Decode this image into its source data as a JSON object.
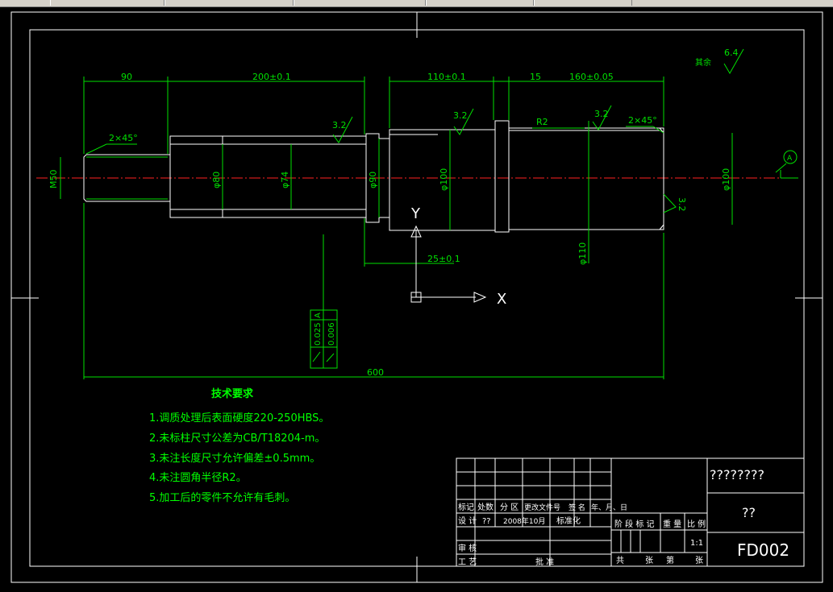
{
  "toolbar": {
    "tabs": [
      "",
      "",
      "",
      "",
      ""
    ]
  },
  "drawing": {
    "dims": {
      "d90": "90",
      "d200": "200±0.1",
      "d110": "110±0.1",
      "d15": "15",
      "d160": "160±0.05",
      "d25": "25±0.1",
      "d600": "600",
      "ch1": "2×45°",
      "ch2": "2×45°",
      "r2": "R2",
      "m50": "M50",
      "dia80": "φ80",
      "dia74": "φ74",
      "dia90": "φ90",
      "dia100a": "φ100",
      "dia110": "φ110",
      "dia100b": "φ100"
    },
    "roughness": {
      "r1": "3.2",
      "r2": "3.2",
      "r3": "3.2",
      "r4": "3.2",
      "rest": "6.4",
      "rest_label": "其余"
    },
    "datum": "A",
    "tolerance": {
      "t1": "0.025",
      "t1ref": "A",
      "t2": "0.006"
    },
    "ucs": {
      "x": "X",
      "y": "Y"
    }
  },
  "notes": {
    "heading": "技术要求",
    "items": [
      "1.调质处理后表面硬度220-250HBS。",
      "2.未标柱尺寸公差为CB/T18204-m。",
      "3.未注长度尺寸允许偏差±0.5mm。",
      "4.未注圆角半径R2。",
      "5.加工后的零件不允许有毛刺。"
    ]
  },
  "titleblock": {
    "name": "????????",
    "material": "??",
    "code": "FD002",
    "h_mark": "标记",
    "h_count": "处数",
    "h_zone": "分 区",
    "h_doc": "更改文件号",
    "h_sign": "签 名",
    "h_date": "年、月、日",
    "design": "设 计",
    "designer": "??",
    "date": "2008年10月",
    "std": "标准化",
    "stage": "阶 段 标 记",
    "weight": "重 量",
    "scale_label": "比 例",
    "scale": "1:1",
    "review": "审 核",
    "process": "工 艺",
    "approve": "批 准",
    "sheets_total": "共",
    "sheets_unit": "张",
    "sheet_no": "第",
    "sheet_unit": "张"
  }
}
